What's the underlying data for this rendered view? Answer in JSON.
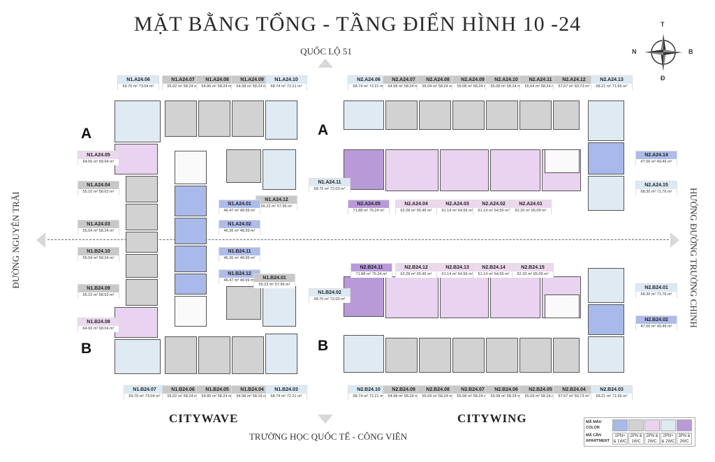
{
  "title": "MẶT BẰNG TỔNG  -  TẦNG ĐIỂN HÌNH 10 -24",
  "compass": {
    "north": "T",
    "south": "Đ",
    "west": "N",
    "east": "B"
  },
  "roads": {
    "top": "QUỐC LỘ 51",
    "bottom": "TRƯỜNG HỌC QUỐC TẾ - CÔNG VIÊN",
    "left": "ĐƯỜNG NGUYỄN TRÃI",
    "right": "HƯỚNG ĐƯỜNG TRƯỜNG CHINH"
  },
  "projects": {
    "left": "CITYWAVE",
    "right": "CITYWING"
  },
  "blocks": {
    "a": "A",
    "b": "B"
  },
  "colors": {
    "gray": "#d2d2d2",
    "light_blue": "#dfeaf3",
    "steel_blue": "#a9b9e9",
    "lilac": "#e9d3f0",
    "violet": "#b99ad9"
  },
  "units": [
    {
      "code": "N1.A24.06",
      "area": "69.76 m²  73.04 m²",
      "color": "b"
    },
    {
      "code": "N1.A24.07",
      "area": "55.02 m²  58.24 m²",
      "color": "g"
    },
    {
      "code": "N1.A24.08",
      "area": "54.86 m²  58.24 m²",
      "color": "g"
    },
    {
      "code": "N1.A24.09",
      "area": "54.98 m²  58.24 m²",
      "color": "g"
    },
    {
      "code": "N1.A24.10",
      "area": "68.74 m²  72.21 m²",
      "color": "b"
    },
    {
      "code": "N1.A24.05",
      "area": "64.06 m²  68.04 m²",
      "color": "p"
    },
    {
      "code": "N1.A24.04",
      "area": "55.10 m²  58.63 m²",
      "color": "g"
    },
    {
      "code": "N1.A24.03",
      "area": "55.04 m²  58.24 m²",
      "color": "g"
    },
    {
      "code": "N1.B24.10",
      "area": "55.04 m²  58.24 m²",
      "color": "g"
    },
    {
      "code": "N1.B24.09",
      "area": "55.10 m²  58.63 m²",
      "color": "g"
    },
    {
      "code": "N1.B24.08",
      "area": "64.06 m²  68.04 m²",
      "color": "p"
    },
    {
      "code": "N1.A24.12",
      "area": "55.23 m²  57.96 m²",
      "color": "g"
    },
    {
      "code": "N1.A24.01",
      "area": "46.47 m²  48.99 m²",
      "color": "s"
    },
    {
      "code": "N1.A24.02",
      "area": "46.36 m²  48.99 m²",
      "color": "s"
    },
    {
      "code": "N1.B24.11",
      "area": "46.36 m²  48.99 m²",
      "color": "s"
    },
    {
      "code": "N1.B24.12",
      "area": "46.47 m²  48.99 m²",
      "color": "s"
    },
    {
      "code": "N1.B24.01",
      "area": "55.23 m²  57.96 m²",
      "color": "g"
    },
    {
      "code": "N1.A24.11",
      "area": "68.75 m²  72.03 m²",
      "color": "b"
    },
    {
      "code": "N1.B24.02",
      "area": "68.75 m²  72.03 m²",
      "color": "b"
    },
    {
      "code": "N1.B24.07",
      "area": "69.76 m²  73.04 m²",
      "color": "b"
    },
    {
      "code": "N1.B24.06",
      "area": "55.02 m²  58.24 m²",
      "color": "g"
    },
    {
      "code": "N1.B24.05",
      "area": "54.86 m²  58.24 m²",
      "color": "g"
    },
    {
      "code": "N1.B24.04",
      "area": "54.98 m²  58.24 m²",
      "color": "g"
    },
    {
      "code": "N1.B24.03",
      "area": "68.74 m²  72.21 m²",
      "color": "b"
    },
    {
      "code": "N2.A24.06",
      "area": "68.74 m²  72.21 m²",
      "color": "b"
    },
    {
      "code": "N2.A24.07",
      "area": "54.98 m²  58.24 m²",
      "color": "g"
    },
    {
      "code": "N2.A24.08",
      "area": "55.04 m²  58.24 m²",
      "color": "g"
    },
    {
      "code": "N2.A24.09",
      "area": "55.08 m²  58.24 m²",
      "color": "g"
    },
    {
      "code": "N2.A24.10",
      "area": "55.08 m²  58.24 m²",
      "color": "g"
    },
    {
      "code": "N2.A24.11",
      "area": "55.04 m²  58.24 m²",
      "color": "g"
    },
    {
      "code": "N2.A24.12",
      "area": "57.67 m²  60.73 m²",
      "color": "g"
    },
    {
      "code": "N2.A24.13",
      "area": "68.21 m²  71.56 m²",
      "color": "b"
    },
    {
      "code": "N2.A24.14",
      "area": "47.06 m²  49.46 m²",
      "color": "s"
    },
    {
      "code": "N2.A24.15",
      "area": "68.30 m²  71.76 m²",
      "color": "b"
    },
    {
      "code": "N2.A24.05",
      "area": "71.88 m²  75.24 m²",
      "color": "v"
    },
    {
      "code": "N2.A24.04",
      "area": "62.28 m²  65.45 m²",
      "color": "p"
    },
    {
      "code": "N2.A24.03",
      "area": "61.14 m²  64.56 m²",
      "color": "p"
    },
    {
      "code": "N2.A24.02",
      "area": "61.14 m²  64.56 m²",
      "color": "p"
    },
    {
      "code": "N2.A24.01",
      "area": "62.33 m²  65.09 m²",
      "color": "p"
    },
    {
      "code": "N2.B24.11",
      "area": "71.88 m²  75.24 m²",
      "color": "v"
    },
    {
      "code": "N2.B24.12",
      "area": "62.28 m²  65.45 m²",
      "color": "p"
    },
    {
      "code": "N2.B24.13",
      "area": "61.14 m²  64.56 m²",
      "color": "p"
    },
    {
      "code": "N2.B24.14",
      "area": "61.14 m²  64.56 m²",
      "color": "p"
    },
    {
      "code": "N2.B24.15",
      "area": "62.33 m²  65.09 m²",
      "color": "p"
    },
    {
      "code": "N2.B24.01",
      "area": "68.30 m²  71.76 m²",
      "color": "b"
    },
    {
      "code": "N2.B24.02",
      "area": "47.06 m²  49.46 m²",
      "color": "s"
    },
    {
      "code": "N2.B24.10",
      "area": "68.74 m²  72.21 m²",
      "color": "b"
    },
    {
      "code": "N2.B24.09",
      "area": "54.98 m²  58.24 m²",
      "color": "g"
    },
    {
      "code": "N2.B24.08",
      "area": "55.04 m²  58.24 m²",
      "color": "g"
    },
    {
      "code": "N2.B24.07",
      "area": "55.08 m²  58.24 m²",
      "color": "g"
    },
    {
      "code": "N2.B24.06",
      "area": "55.08 m²  58.24 m²",
      "color": "g"
    },
    {
      "code": "N2.B24.05",
      "area": "55.04 m²  58.24 m²",
      "color": "g"
    },
    {
      "code": "N2.B24.04",
      "area": "57.67 m²  60.73 m²",
      "color": "g"
    },
    {
      "code": "N2.B24.03",
      "area": "68.21 m²  71.56 m²",
      "color": "b"
    }
  ],
  "legend": {
    "color_label": "MÃ MÀU COLOR",
    "apartment_label": "MÃ CĂN APARTMENT",
    "types": [
      {
        "label": "1PN+ & 1WC",
        "color": "s"
      },
      {
        "label": "2PN & 1WC",
        "color": "g"
      },
      {
        "label": "2PN & 2WC",
        "color": "p"
      },
      {
        "label": "2PN+ & 2WC",
        "color": "b"
      },
      {
        "label": "3PN & 2WC",
        "color": "v"
      }
    ]
  }
}
